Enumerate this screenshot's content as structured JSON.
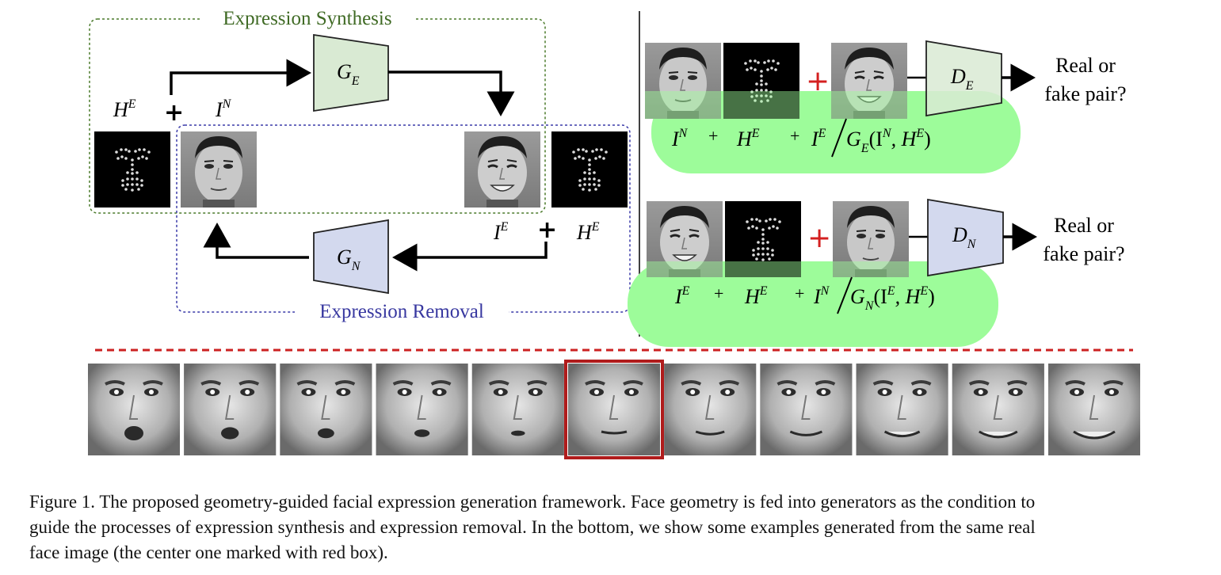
{
  "left_panel": {
    "synthesis_title": "Expression Synthesis",
    "removal_title": "Expression Removal",
    "labels": {
      "h_e_top_base": "H",
      "h_e_top_sup": "E",
      "plus": "+",
      "i_n_base": "I",
      "i_n_sup": "N",
      "i_e_base": "I",
      "i_e_sup": "E",
      "h_e_bottom_base": "H",
      "h_e_bottom_sup": "E"
    },
    "generators": {
      "g_e": {
        "base": "G",
        "sub": "E"
      },
      "g_n": {
        "base": "G",
        "sub": "N"
      }
    },
    "colors": {
      "synthesis_box": "#4a7a2a",
      "removal_box": "#3a3aa8",
      "g_e_fill": "#d9ead3",
      "g_n_fill": "#d3d9ee"
    }
  },
  "right_panel": {
    "top": {
      "discriminator": {
        "base": "D",
        "sub": "E"
      },
      "output_line1": "Real or",
      "output_line2": "fake pair?",
      "formula": {
        "a_base": "I",
        "a_sup": "N",
        "b_base": "H",
        "b_sup": "E",
        "c_base": "I",
        "c_sup": "E",
        "d_func": "G",
        "d_sub": "E",
        "d_args": "(I",
        "d_args_sup": "N",
        "d_mid": ", H",
        "d_mid_sup": "E",
        "d_close": ")",
        "plus": "+"
      }
    },
    "bottom": {
      "discriminator": {
        "base": "D",
        "sub": "N"
      },
      "output_line1": "Real or",
      "output_line2": "fake pair?",
      "formula": {
        "a_base": "I",
        "a_sup": "E",
        "b_base": "H",
        "b_sup": "E",
        "c_base": "I",
        "c_sup": "N",
        "d_func": "G",
        "d_sub": "N",
        "d_args": "(I",
        "d_args_sup": "E",
        "d_mid": ", H",
        "d_mid_sup": "E",
        "d_close": ")",
        "plus": "+"
      }
    },
    "red_plus": "+",
    "colors": {
      "highlight": "#9dfc9a",
      "d_e_fill": "#d9ead3",
      "d_n_fill": "#d3d9ee",
      "red_plus": "#d42020"
    }
  },
  "examples": {
    "count": 11,
    "selected_index": 5,
    "separator_color": "#cc2222",
    "selected_border_color": "#b01c1c"
  },
  "caption": {
    "line1": "Figure 1. The proposed geometry-guided facial expression generation framework. Face geometry is fed into generators as the condition to",
    "line2": "guide the processes of expression synthesis and expression removal. In the bottom, we show some examples generated from the same real",
    "line3": "face image (the center one marked with red box)."
  }
}
